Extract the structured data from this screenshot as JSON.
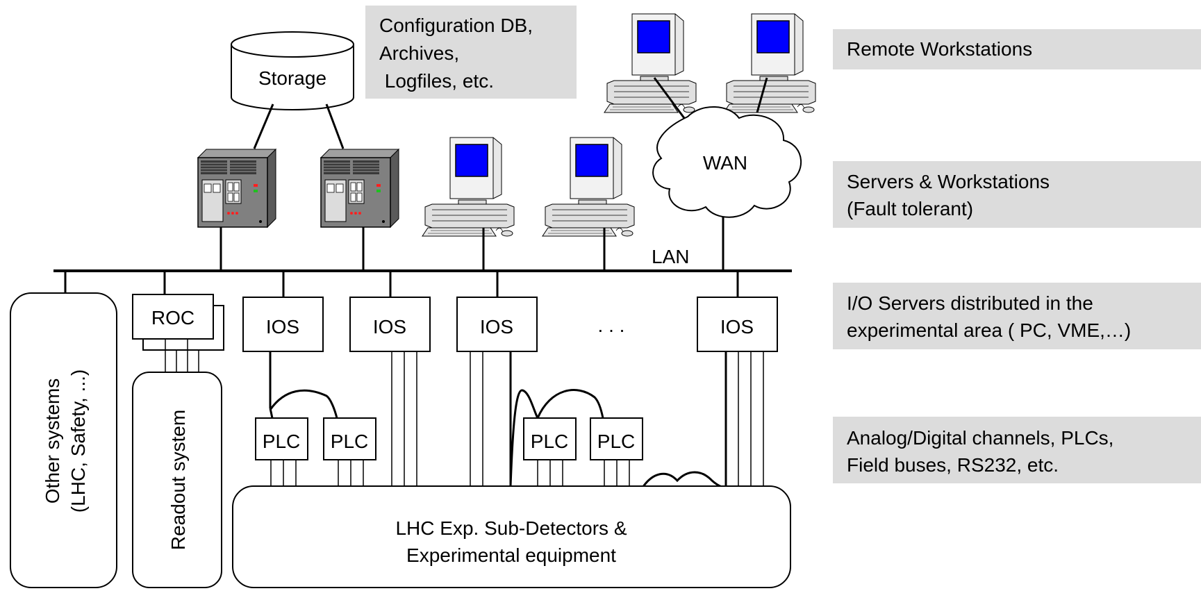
{
  "storage": {
    "label": "Storage"
  },
  "config_note": {
    "lines": [
      "Configuration DB,",
      "Archives,",
      " Logfiles, etc."
    ]
  },
  "wan": {
    "label": "WAN"
  },
  "lan": {
    "label": "LAN"
  },
  "roc": {
    "label": "ROC"
  },
  "ios": {
    "label": "IOS"
  },
  "ellipsis": {
    "label": ". . ."
  },
  "plc": {
    "label": "PLC"
  },
  "other_systems": {
    "lines": [
      "Other systems",
      "(LHC, Safety, ...)"
    ]
  },
  "readout_system": {
    "label": "Readout system"
  },
  "detectors": {
    "lines": [
      "LHC Exp. Sub-Detectors &",
      "Experimental equipment"
    ]
  },
  "levels": [
    {
      "lines": [
        "Remote Workstations"
      ]
    },
    {
      "lines": [
        "Servers & Workstations",
        "(Fault tolerant)"
      ]
    },
    {
      "lines": [
        "I/O Servers distributed in the",
        "experimental area ( PC, VME,…)"
      ]
    },
    {
      "lines": [
        "Analog/Digital channels, PLCs,",
        "Field buses, RS232, etc."
      ]
    }
  ],
  "colors": {
    "level_bg": "#dcdcdc",
    "screen": "#0000ff",
    "server_body": "#808080"
  }
}
